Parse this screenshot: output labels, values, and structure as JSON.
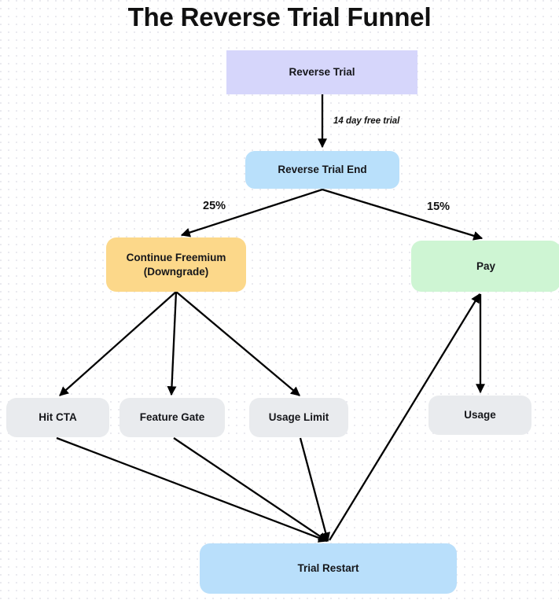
{
  "page": {
    "title": "The Reverse Trial Funnel",
    "background_color": "#ffffff",
    "dot_grid_color": "#e9e9ef"
  },
  "nodes": [
    {
      "id": "reverse_trial",
      "label": "Reverse Trial",
      "color": "#d6d6fb"
    },
    {
      "id": "reverse_trial_end",
      "label": "Reverse Trial End",
      "color": "#b9e0fb"
    },
    {
      "id": "continue_freemium",
      "label": "Continue Freemium\n(Downgrade)",
      "color": "#fcd88a"
    },
    {
      "id": "pay",
      "label": "Pay",
      "color": "#cef5d3"
    },
    {
      "id": "hit_cta",
      "label": "Hit CTA",
      "color": "#e9ebee"
    },
    {
      "id": "feature_gate",
      "label": "Feature Gate",
      "color": "#e9ebee"
    },
    {
      "id": "usage_limit",
      "label": "Usage Limit",
      "color": "#e9ebee"
    },
    {
      "id": "usage",
      "label": "Usage",
      "color": "#e9ebee"
    },
    {
      "id": "trial_restart",
      "label": "Trial Restart",
      "color": "#b9dffb"
    }
  ],
  "node_labels": {
    "reverse_trial": "Reverse Trial",
    "reverse_trial_end": "Reverse Trial End",
    "continue_freemium_line1": "Continue Freemium",
    "continue_freemium_line2": "(Downgrade)",
    "pay": "Pay",
    "hit_cta": "Hit CTA",
    "feature_gate": "Feature Gate",
    "usage_limit": "Usage Limit",
    "usage": "Usage",
    "trial_restart": "Trial Restart"
  },
  "edge_labels": {
    "free_trial": "14 day free trial",
    "downgrade_rate": "25%",
    "pay_rate": "15%"
  },
  "edges": [
    {
      "from": "reverse_trial",
      "to": "reverse_trial_end",
      "label": "14 day free trial"
    },
    {
      "from": "reverse_trial_end",
      "to": "continue_freemium",
      "label": "25%"
    },
    {
      "from": "reverse_trial_end",
      "to": "pay",
      "label": "15%"
    },
    {
      "from": "continue_freemium",
      "to": "hit_cta",
      "label": ""
    },
    {
      "from": "continue_freemium",
      "to": "feature_gate",
      "label": ""
    },
    {
      "from": "continue_freemium",
      "to": "usage_limit",
      "label": ""
    },
    {
      "from": "hit_cta",
      "to": "trial_restart",
      "label": ""
    },
    {
      "from": "feature_gate",
      "to": "trial_restart",
      "label": ""
    },
    {
      "from": "usage_limit",
      "to": "trial_restart",
      "label": ""
    },
    {
      "from": "trial_restart",
      "to": "pay",
      "label": ""
    },
    {
      "from": "pay",
      "to": "usage",
      "label": ""
    }
  ],
  "edge_color": "#000000"
}
